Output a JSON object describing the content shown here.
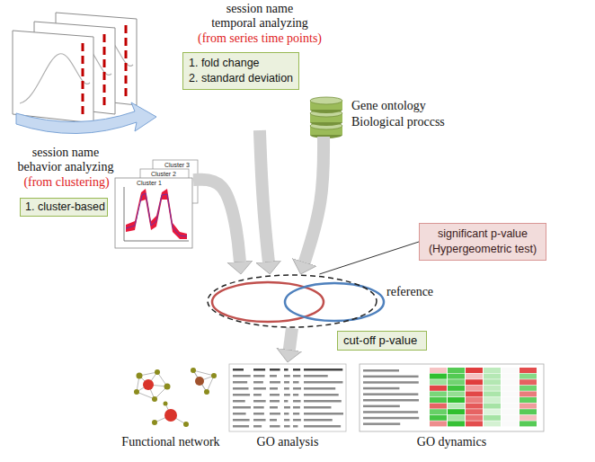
{
  "diagram": {
    "nodes": [
      {
        "text": [
          "session name temporal analyzing",
          "(from series time points)"
        ]
      },
      {
        "text": [
          "1. fold change",
          "2. standard deviation"
        ],
        "in": 0
      },
      {
        "text": [
          "Gene ontology Biological proccss"
        ]
      },
      {
        "text": [
          "session name behavior analyzing",
          "(from clustering)"
        ]
      },
      {
        "text": [
          "1. cluster-based"
        ],
        "in": 3
      },
      {
        "text": [
          "significant p-value (Hypergeometric test)"
        ]
      },
      {
        "text": [
          "reference"
        ]
      },
      {
        "text": [
          "cut-off p-value"
        ]
      },
      {
        "text": [
          "Functional network"
        ]
      },
      {
        "text": [
          "GO analysis"
        ]
      },
      {
        "text": [
          "GO dynamics"
        ]
      }
    ],
    "edges": [
      {
        "from": 0,
        "to": 6,
        "arrow": "to"
      },
      {
        "from": 2,
        "to": 6,
        "arrow": "to"
      },
      {
        "from": 3,
        "to": 6,
        "arrow": "to"
      },
      {
        "from": 5,
        "to": 6,
        "arrow": "none"
      },
      {
        "from": 6,
        "to": 9,
        "arrow": "to"
      }
    ],
    "labels": [
      "Cluster 3",
      "Cluster 2",
      "Cluster 1"
    ]
  }
}
